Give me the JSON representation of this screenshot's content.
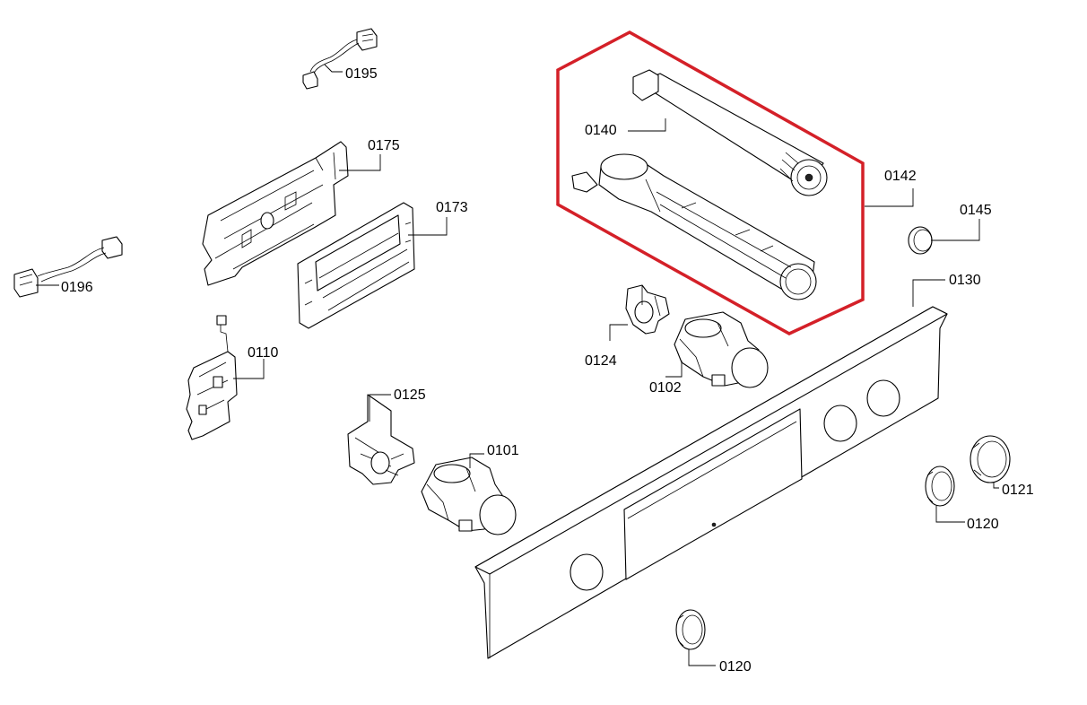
{
  "diagram": {
    "labels": {
      "p0195": "0195",
      "p0175": "0175",
      "p0173": "0173",
      "p0196": "0196",
      "p0110": "0110",
      "p0125": "0125",
      "p0101": "0101",
      "p0140": "0140",
      "p0142": "0142",
      "p0145": "0145",
      "p0130": "0130",
      "p0124": "0124",
      "p0102": "0102",
      "p0121": "0121",
      "p0120a": "0120",
      "p0120b": "0120"
    },
    "highlight_color": "#d42028"
  }
}
